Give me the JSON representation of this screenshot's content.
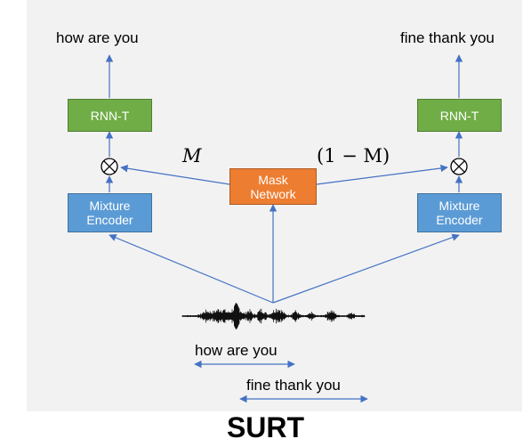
{
  "outputs": {
    "left": "how are you",
    "right": "fine thank you"
  },
  "blocks": {
    "rnn_left": "RNN-T",
    "rnn_right": "RNN-T",
    "encoder_left": [
      "Mixture",
      "Encoder"
    ],
    "encoder_right": [
      "Mixture",
      "Encoder"
    ],
    "mask": [
      "Mask",
      "Network"
    ]
  },
  "mask_labels": {
    "left": "M",
    "right": "(1 − M)"
  },
  "multiply_symbol": "⊗",
  "waveform_captions": {
    "first": "how are you",
    "second": "fine thank you"
  },
  "caption": "SURT",
  "colors": {
    "rnn": "#70ad47",
    "encoder": "#5b9bd5",
    "mask": "#ed7d31",
    "arrow": "#4472c4",
    "panel": "#f2f2f2"
  }
}
